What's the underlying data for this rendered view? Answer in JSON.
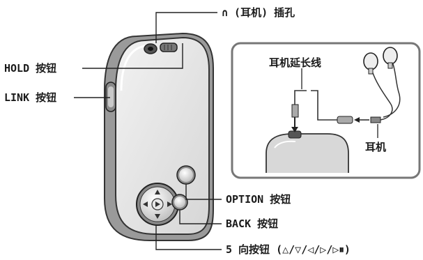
{
  "labels": {
    "headphone_jack": "∩ (耳机) 插孔",
    "hold_button": "HOLD 按钮",
    "link_button": "LINK 按钮",
    "option_button": "OPTION 按钮",
    "back_button": "BACK 按钮",
    "five_way_button": "5 向按钮 (△/▽/◁/▷/▷⏸)"
  },
  "inset": {
    "extension_cable": "耳机延长线",
    "earphones": "耳机"
  }
}
